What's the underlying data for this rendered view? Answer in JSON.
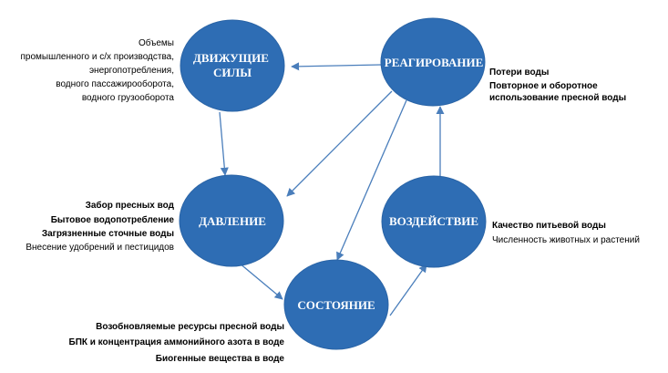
{
  "colors": {
    "node_fill": "#2E6DB4",
    "node_edge": "#2A64A6",
    "arrow": "#4A7EBB",
    "text": "#000000"
  },
  "nodes": {
    "driving_forces": {
      "lines": [
        "ДВИЖУЩИЕ",
        "СИЛЫ"
      ]
    },
    "response": {
      "lines": [
        "РЕАГИРОВАНИЕ"
      ]
    },
    "pressure": {
      "lines": [
        "ДАВЛЕНИЕ"
      ]
    },
    "impact": {
      "lines": [
        "ВОЗДЕЙСТВИЕ"
      ]
    },
    "state": {
      "lines": [
        "СОСТОЯНИЕ"
      ]
    }
  },
  "notes": {
    "driving_forces": [
      "Объемы",
      "промышленного и с/х производства,",
      "энергопотребления,",
      "водного пассажирооборота,",
      "водного грузооборота"
    ],
    "response": [
      "Потери воды",
      "Повторное и оборотное",
      "использование пресной воды"
    ],
    "pressure": [
      "Забор пресных вод",
      "Бытовое водопотребление",
      "Загрязненные сточные воды",
      "Внесение удобрений и пестицидов"
    ],
    "impact": [
      "Качество питьевой воды",
      "Численность животных и растений"
    ],
    "state": [
      "Возобновляемые ресурсы пресной воды",
      "БПК и концентрация аммонийного азота в воде",
      "Биогенные вещества в воде"
    ]
  }
}
